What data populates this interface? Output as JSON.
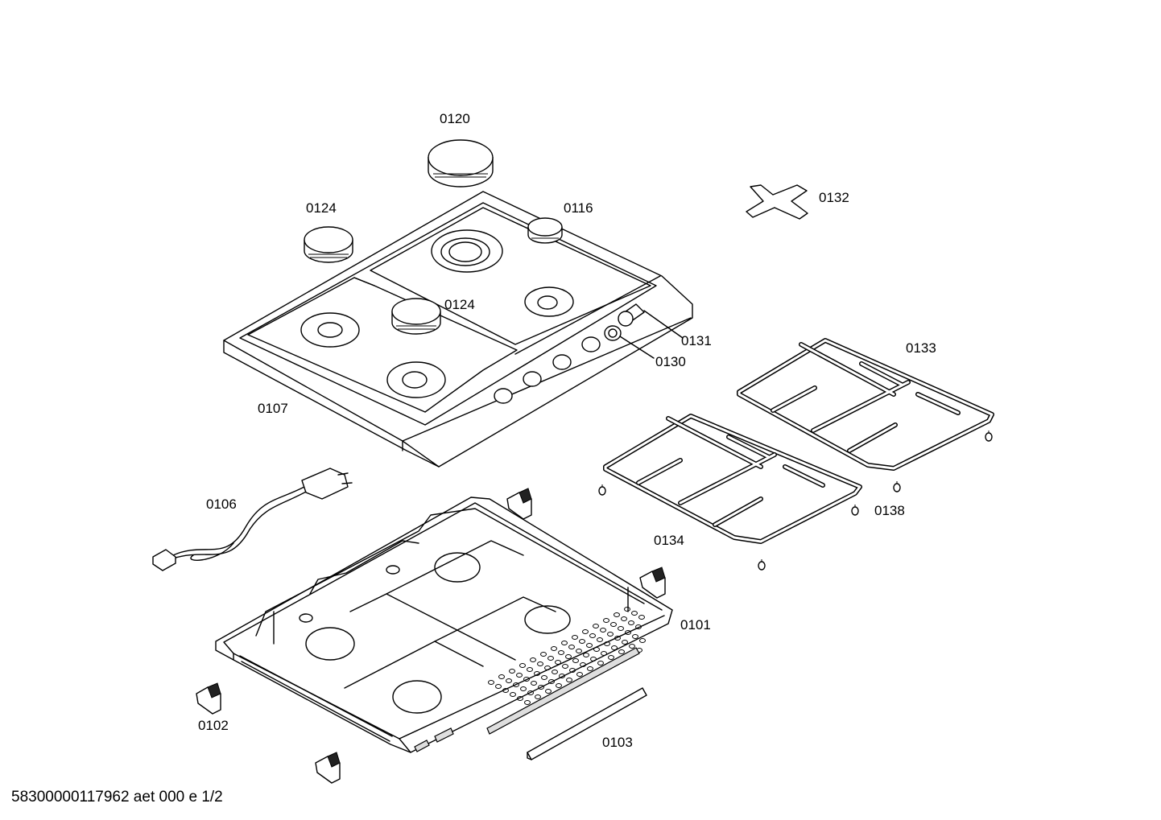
{
  "labels": {
    "p0120": "0120",
    "p0124a": "0124",
    "p0116": "0116",
    "p0132": "0132",
    "p0124b": "0124",
    "p0131": "0131",
    "p0130": "0130",
    "p0133": "0133",
    "p0107": "0107",
    "p0106": "0106",
    "p0138": "0138",
    "p0134": "0134",
    "p0101": "0101",
    "p0102": "0102",
    "p0103": "0103"
  },
  "footer": "58300000117962 aet 000 e 1/2"
}
